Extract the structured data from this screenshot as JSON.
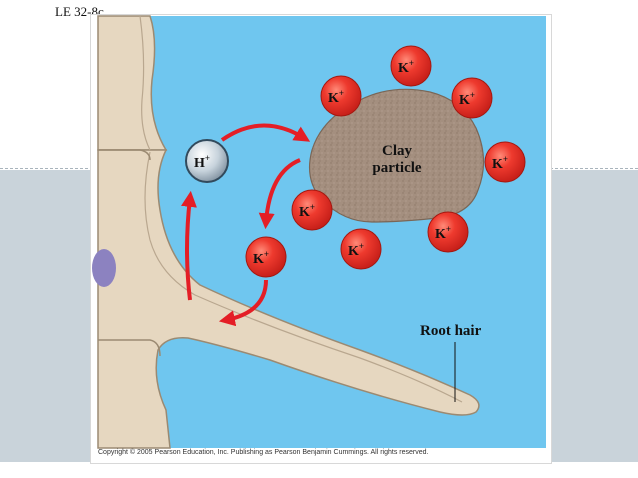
{
  "slide": {
    "label": "LE 32-8c"
  },
  "figure": {
    "ions": {
      "potassium_main": "K",
      "potassium_sup": "+",
      "hydrogen_main": "H",
      "hydrogen_sup": "+"
    },
    "clay_line1": "Clay",
    "clay_line2": "particle",
    "root_hair_label": "Root hair",
    "copyright": "Copyright © 2005 Pearson Education, Inc. Publishing as Pearson Benjamin Cummings. All rights reserved."
  },
  "colors": {
    "soil_water": "#6fc6ef",
    "root_tissue": "#e6d7c0",
    "root_outline": "#9b8a72",
    "ion_red": "#e8332a",
    "arrow_red": "#e41e26",
    "clay": "#a48f7f",
    "hydrogen_ion": "#c7d3dc"
  }
}
